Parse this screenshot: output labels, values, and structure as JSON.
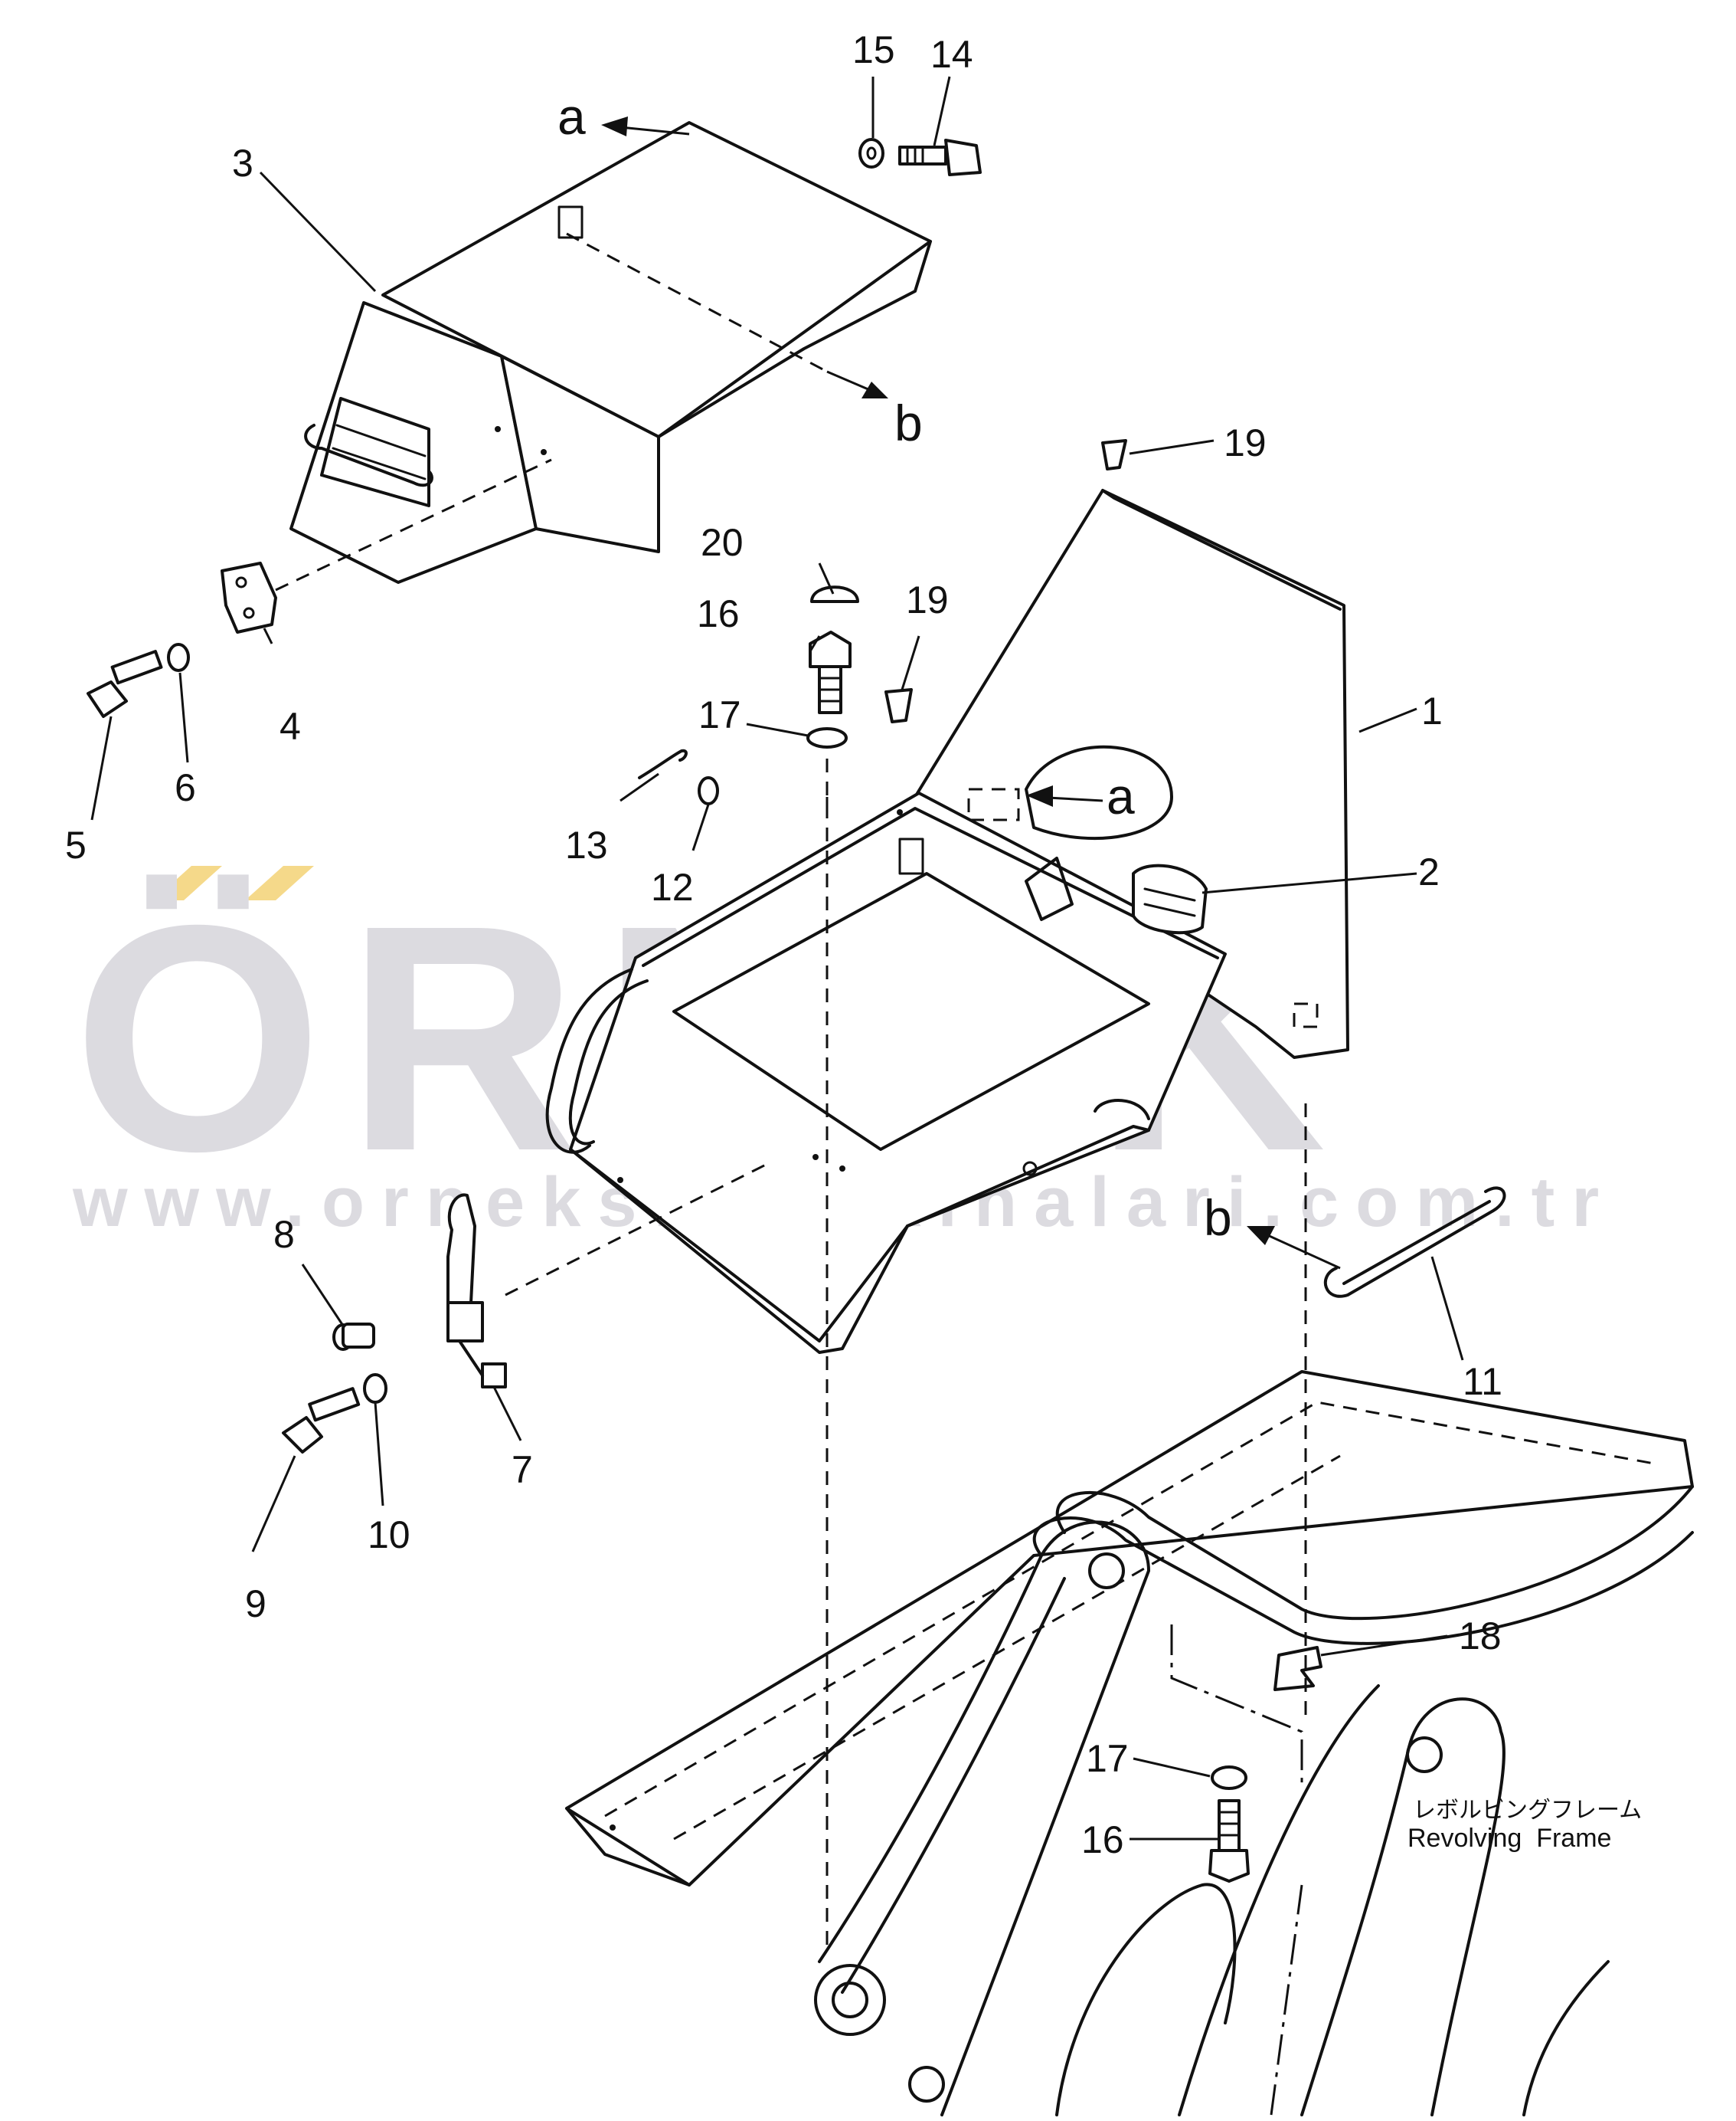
{
  "watermark": {
    "brand": "ÖRNEK",
    "url": "www.orneksismakinalari.com.tr",
    "accent_color": "#f5d98a",
    "watermark_color": "#dcdbe0"
  },
  "frame_label": {
    "japanese": "レボルビングフレーム",
    "english": "Revolving  Frame"
  },
  "callouts": {
    "n1": "1",
    "n2": "2",
    "n3": "3",
    "n4": "4",
    "n5": "5",
    "n6": "6",
    "n7": "7",
    "n8": "8",
    "n9": "9",
    "n10": "10",
    "n11": "11",
    "n12": "12",
    "n13": "13",
    "n14": "14",
    "n15": "15",
    "n16a": "16",
    "n16b": "16",
    "n17a": "17",
    "n17b": "17",
    "n18": "18",
    "n19a": "19",
    "n19b": "19",
    "n20": "20"
  },
  "letters": {
    "a_top": "a",
    "a_mid": "a",
    "b_top": "b",
    "b_mid": "b"
  }
}
